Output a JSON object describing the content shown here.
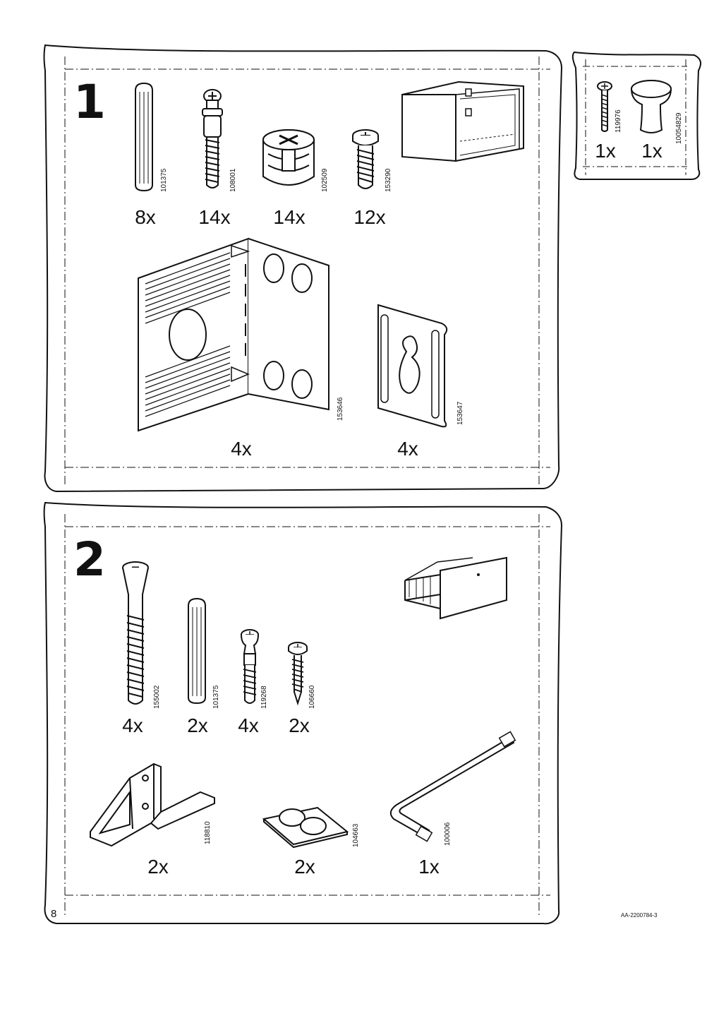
{
  "page_number": "8",
  "document_id": "AA-2200784-3",
  "bags": [
    {
      "step": "1",
      "parts": [
        {
          "name": "dowel",
          "icon": "wood-dowel-icon",
          "code": "101375",
          "qty": "8x"
        },
        {
          "name": "cam-bolt",
          "icon": "cam-bolt-icon",
          "code": "108001",
          "qty": "14x"
        },
        {
          "name": "cam-lock",
          "icon": "cam-lock-icon",
          "code": "102509",
          "qty": "14x"
        },
        {
          "name": "short-screw",
          "icon": "short-screw-icon",
          "code": "153290",
          "qty": "12x"
        },
        {
          "name": "cabinet",
          "icon": "cabinet-frame-icon"
        },
        {
          "name": "corner-bracket",
          "icon": "corner-bracket-icon",
          "code": "153646",
          "qty": "4x"
        },
        {
          "name": "hanger-plate",
          "icon": "keyhole-hanger-icon",
          "code": "153647",
          "qty": "4x"
        }
      ]
    },
    {
      "step": "",
      "parts": [
        {
          "name": "knob-screw",
          "icon": "machine-screw-icon",
          "code": "119976",
          "qty": "1x"
        },
        {
          "name": "knob",
          "icon": "knob-icon",
          "code": "10054829",
          "qty": "1x"
        }
      ]
    },
    {
      "step": "2",
      "parts": [
        {
          "name": "long-screw",
          "icon": "long-screw-icon",
          "code": "155002",
          "qty": "4x"
        },
        {
          "name": "dowel",
          "icon": "wood-dowel-icon",
          "code": "101375",
          "qty": "2x"
        },
        {
          "name": "drawer-bolt",
          "icon": "drawer-bolt-icon",
          "code": "119268",
          "qty": "4x"
        },
        {
          "name": "wood-screw",
          "icon": "wood-screw-icon",
          "code": "106660",
          "qty": "2x"
        },
        {
          "name": "drawer",
          "icon": "drawer-icon"
        },
        {
          "name": "bracket",
          "icon": "angle-bracket-icon",
          "code": "118810",
          "qty": "2x"
        },
        {
          "name": "bumper-pads",
          "icon": "bumper-pad-icon",
          "code": "104663",
          "qty": "2x"
        },
        {
          "name": "allen-key",
          "icon": "allen-key-icon",
          "code": "100006",
          "qty": "1x"
        }
      ]
    }
  ]
}
